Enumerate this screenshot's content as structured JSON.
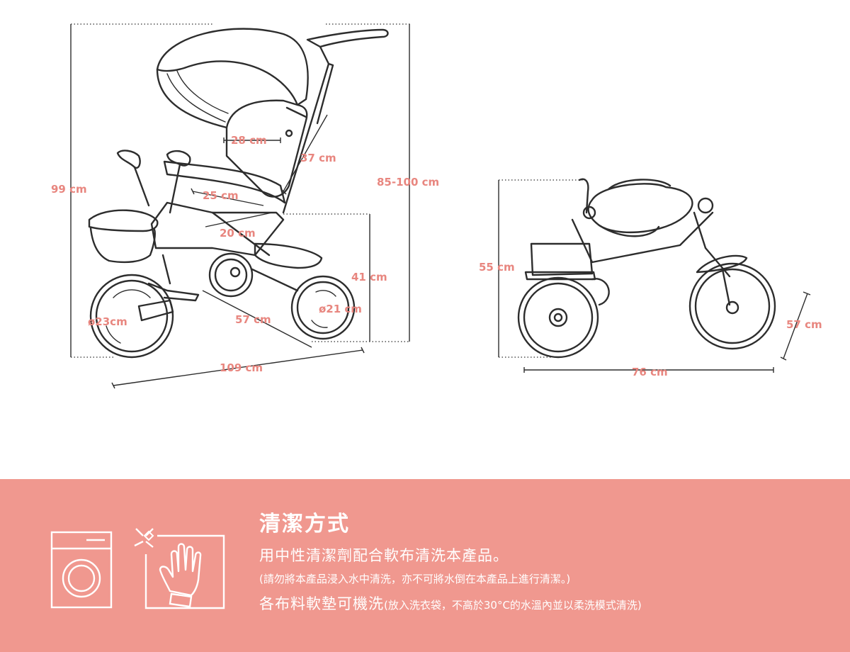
{
  "dimensions": {
    "height_overall": "99 cm",
    "seat_back_width": "28 cm",
    "backrest_height": "37 cm",
    "handle_height": "85-100 cm",
    "seat_width": "25 cm",
    "seat_depth": "20 cm",
    "seat_height": "41 cm",
    "front_wheel": "ø23cm",
    "wheelbase": "57 cm",
    "rear_wheel": "ø21 cm",
    "length_overall": "109 cm",
    "folded_height": "55 cm",
    "folded_depth": "57 cm",
    "folded_length": "76 cm"
  },
  "care": {
    "title": "清潔方式",
    "line1": "用中性清潔劑配合軟布清洗本產品。",
    "note": "(請勿將本產品浸入水中清洗，亦不可將水倒在本產品上進行清潔。)",
    "line2_main": "各布料軟墊可機洗",
    "line2_sub": "(放入洗衣袋，不高於30°C的水溫內並以柔洗模式清洗)",
    "icons": [
      "washing-machine-icon",
      "hand-wash-icon"
    ]
  },
  "colors": {
    "accent": "#f0988f",
    "dimension_text": "#e8867f",
    "line_art": "#2d2d2d"
  }
}
